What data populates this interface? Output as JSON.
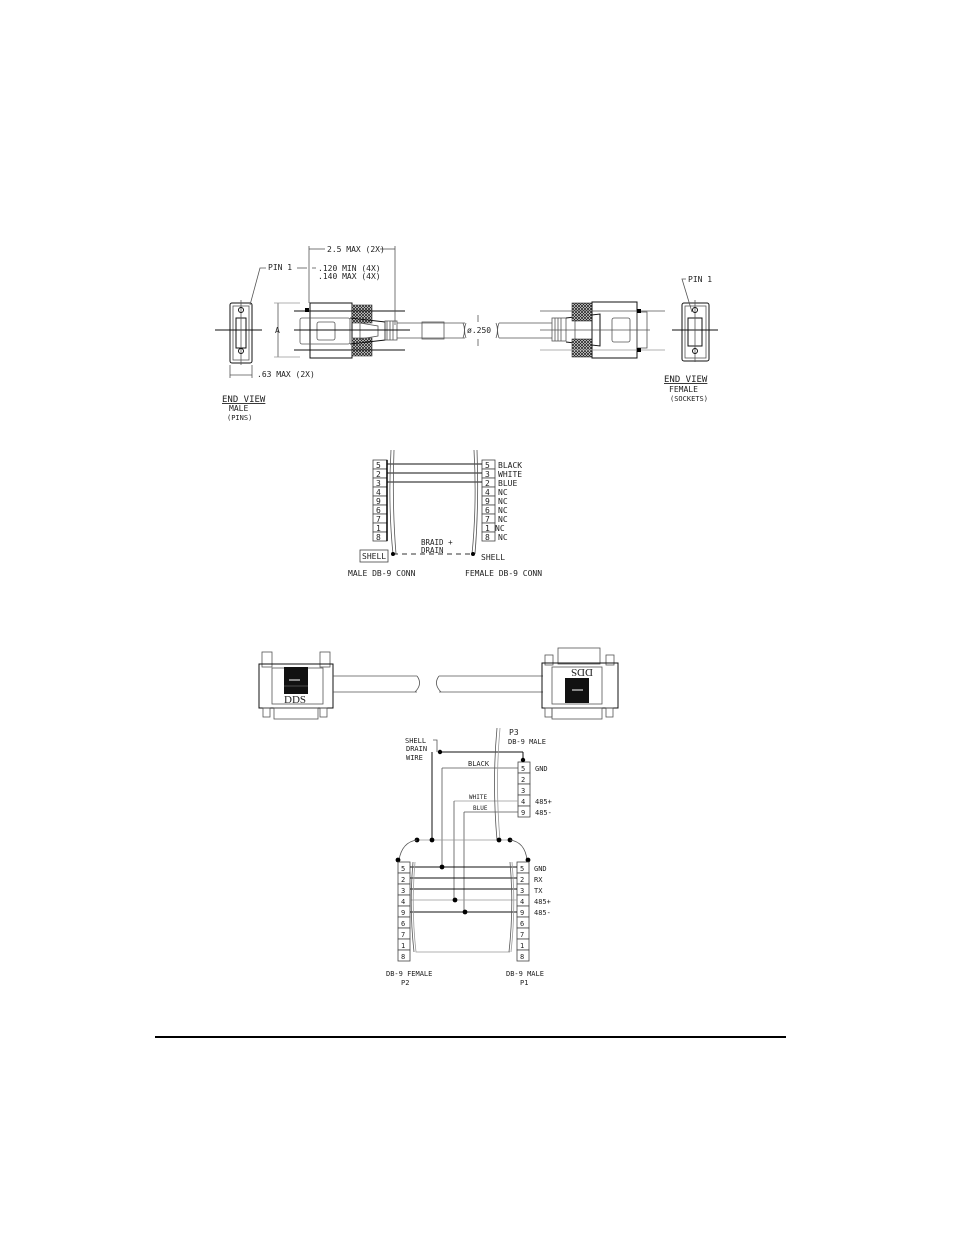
{
  "figure1": {
    "title": "DB-9 cable outline drawing",
    "dimensions": {
      "overall_length": "2.5 MAX (2X)",
      "pin_min": ".120 MIN (4X)",
      "pin_max": ".140 MAX (4X)",
      "end_width": ".63 MAX (2X)",
      "cable_diameter": "ø.250",
      "height_label": "A"
    },
    "left_end": {
      "pin_label": "PIN 1",
      "view_label": "END VIEW",
      "gender": "MALE",
      "contact": "(PINS)"
    },
    "right_end": {
      "pin_label": "PIN 1",
      "view_label": "END VIEW",
      "gender": "FEMALE",
      "contact": "(SOCKETS)"
    }
  },
  "figure2": {
    "title": "Wiring schematic",
    "left_pins": [
      "5",
      "2",
      "3",
      "4",
      "9",
      "6",
      "7",
      "1",
      "8"
    ],
    "right_pins": [
      {
        "pin": "5",
        "label": "BLACK"
      },
      {
        "pin": "3",
        "label": "WHITE"
      },
      {
        "pin": "2",
        "label": "BLUE"
      },
      {
        "pin": "4",
        "label": "NC"
      },
      {
        "pin": "9",
        "label": "NC"
      },
      {
        "pin": "6",
        "label": "NC"
      },
      {
        "pin": "7",
        "label": "NC"
      },
      {
        "pin": "1",
        "label": "NC"
      },
      {
        "pin": "8",
        "label": "NC"
      }
    ],
    "shell_left": "SHELL",
    "shell_right": "SHELL",
    "braid_line1": "BRAID +",
    "braid_line2": "DRAIN",
    "left_caption": "MALE DB-9 CONN",
    "right_caption": "FEMALE DB-9 CONN"
  },
  "figure3": {
    "title": "Y-cable assembly",
    "left_brand": "DDS",
    "right_brand": "DDS",
    "p3": {
      "name": "P3",
      "type": "DB-9 MALE",
      "pins": [
        {
          "pin": "5",
          "label": "GND"
        },
        {
          "pin": "2",
          "label": ""
        },
        {
          "pin": "3",
          "label": ""
        },
        {
          "pin": "4",
          "label": "485+"
        },
        {
          "pin": "9",
          "label": "485-"
        }
      ]
    },
    "drain_line1": "SHELL",
    "drain_line2": "DRAIN",
    "drain_line3": "WIRE",
    "wire_black": "BLACK",
    "wire_white": "WHITE",
    "wire_blue": "BLUE",
    "p2": {
      "name": "P2",
      "type": "DB-9 FEMALE",
      "pins": [
        "5",
        "2",
        "3",
        "4",
        "9",
        "6",
        "7",
        "1",
        "8"
      ]
    },
    "p1": {
      "name": "P1",
      "type": "DB-9 MALE",
      "pins": [
        {
          "pin": "5",
          "label": "GND"
        },
        {
          "pin": "2",
          "label": "RX"
        },
        {
          "pin": "3",
          "label": "TX"
        },
        {
          "pin": "4",
          "label": "485+"
        },
        {
          "pin": "9",
          "label": "485-"
        },
        {
          "pin": "6",
          "label": ""
        },
        {
          "pin": "7",
          "label": ""
        },
        {
          "pin": "1",
          "label": ""
        },
        {
          "pin": "8",
          "label": ""
        }
      ]
    }
  }
}
